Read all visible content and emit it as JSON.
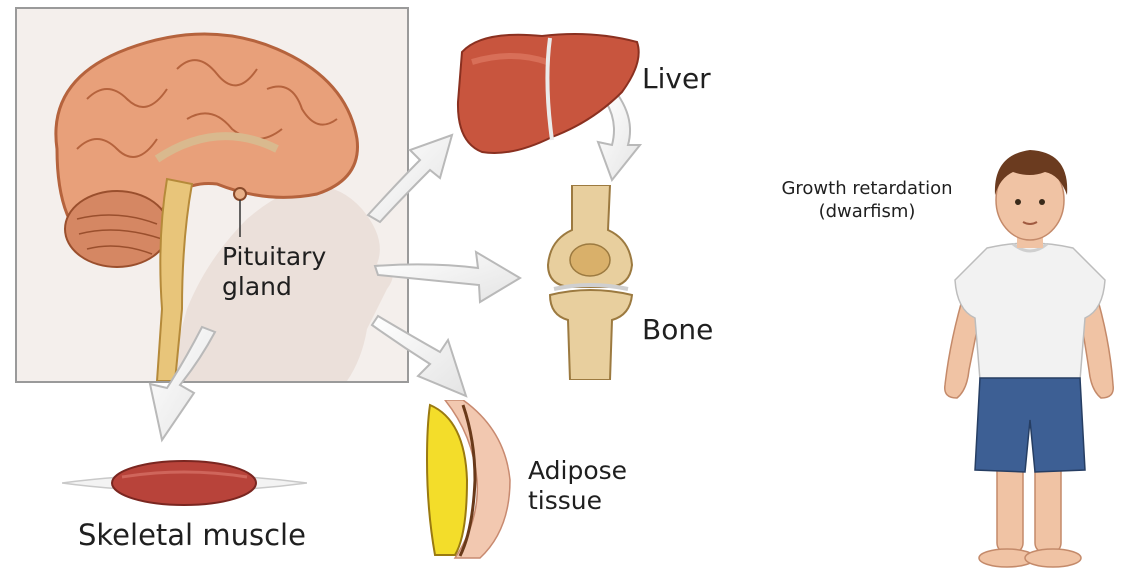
{
  "labels": {
    "pituitary_line1": "Pituitary",
    "pituitary_line2": "gland",
    "liver": "Liver",
    "bone": "Bone",
    "adipose_line1": "Adipose",
    "adipose_line2": "tissue",
    "skeletal_muscle": "Skeletal muscle",
    "growth_line1": "Growth retardation",
    "growth_line2": "(dwarfism)"
  },
  "colors": {
    "brain": "#e8a07a",
    "liver": "#c8553e",
    "bone": "#e8cf9e",
    "muscle": "#b8433a",
    "fat": "#f3dd2a",
    "shirt": "#f2f2f2",
    "shorts": "#3d5f94",
    "skin": "#f0c3a4",
    "hair": "#6b3b1f",
    "arrow_fill": "#ffffff",
    "arrow_stroke": "#b9b9b9"
  }
}
